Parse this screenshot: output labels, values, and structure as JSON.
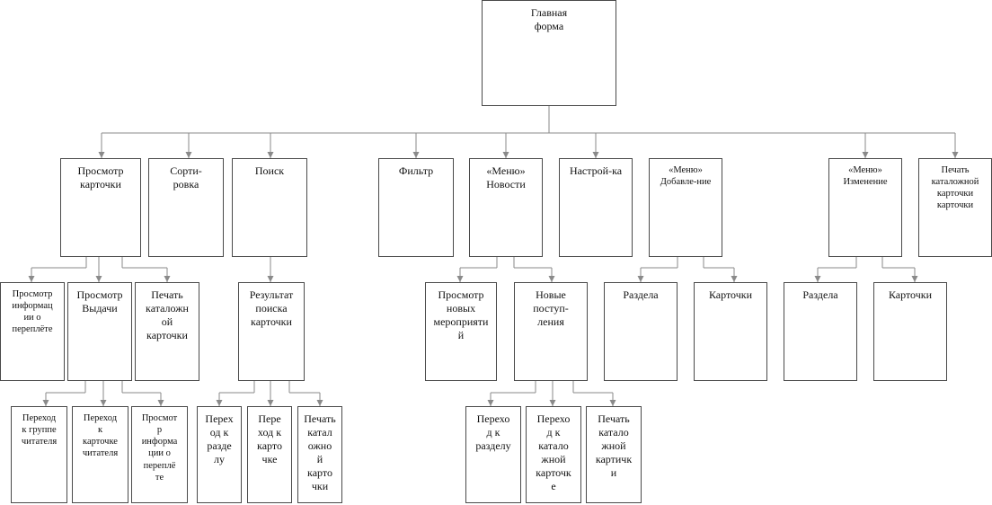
{
  "nodes": {
    "main_form": "Главная\nформа",
    "view_card": "Просмотр\nкарточки",
    "sort": "Сорти-\nровка",
    "search": "Поиск",
    "filter": "Фильтр",
    "menu_news": "«Меню»\nНовости",
    "settings": "Настрой-ка",
    "menu_add": "«Меню»\nДобавле-ние",
    "menu_edit": "«Меню»\nИзменение",
    "print_catalog_card_top": "Печать\nкаталожной\nкарточки\nкарточки",
    "view_binding_info": "Просмотр\nинформац\nии о\nпереплёте",
    "view_issue": "Просмотр\nВыдачи",
    "print_catalog_card": "Печать\nкаталожн\nой\nкарточки",
    "goto_reader_group": "Переход\nк группе\nчитателя",
    "goto_reader_card": "Переход\nк\nкарточке\nчитателя",
    "view_binding_info_2": "Просмот\nр\nинформа\nции о\nпереплё\nте",
    "search_result": "Результат\nпоиска\nкарточки",
    "goto_section": "Перех\nод к\nразде\nлу",
    "goto_card": "Пере\nход к\nкарто\nчке",
    "print_catalog": "Печать\nкатал\nожно\nй\nкарто\nчки",
    "view_new_events": "Просмотр\nновых\nмероприяти\nй",
    "new_arrivals": "Новые\nпоступ-\nления",
    "goto_section_news": "Перехо\nд к\nразделу",
    "goto_catalog_card": "Перехо\nд к\nкатало\nжной\nкарточк\nе",
    "print_catalog_card_news": "Печать\nкатало\nжной\nкартичк\nи",
    "add_section": "Раздела",
    "add_card": "Карточки",
    "edit_section": "Раздела",
    "edit_card": "Карточки"
  },
  "colors": {
    "border": "#4a4a4a",
    "connector": "#8a8a8a"
  }
}
